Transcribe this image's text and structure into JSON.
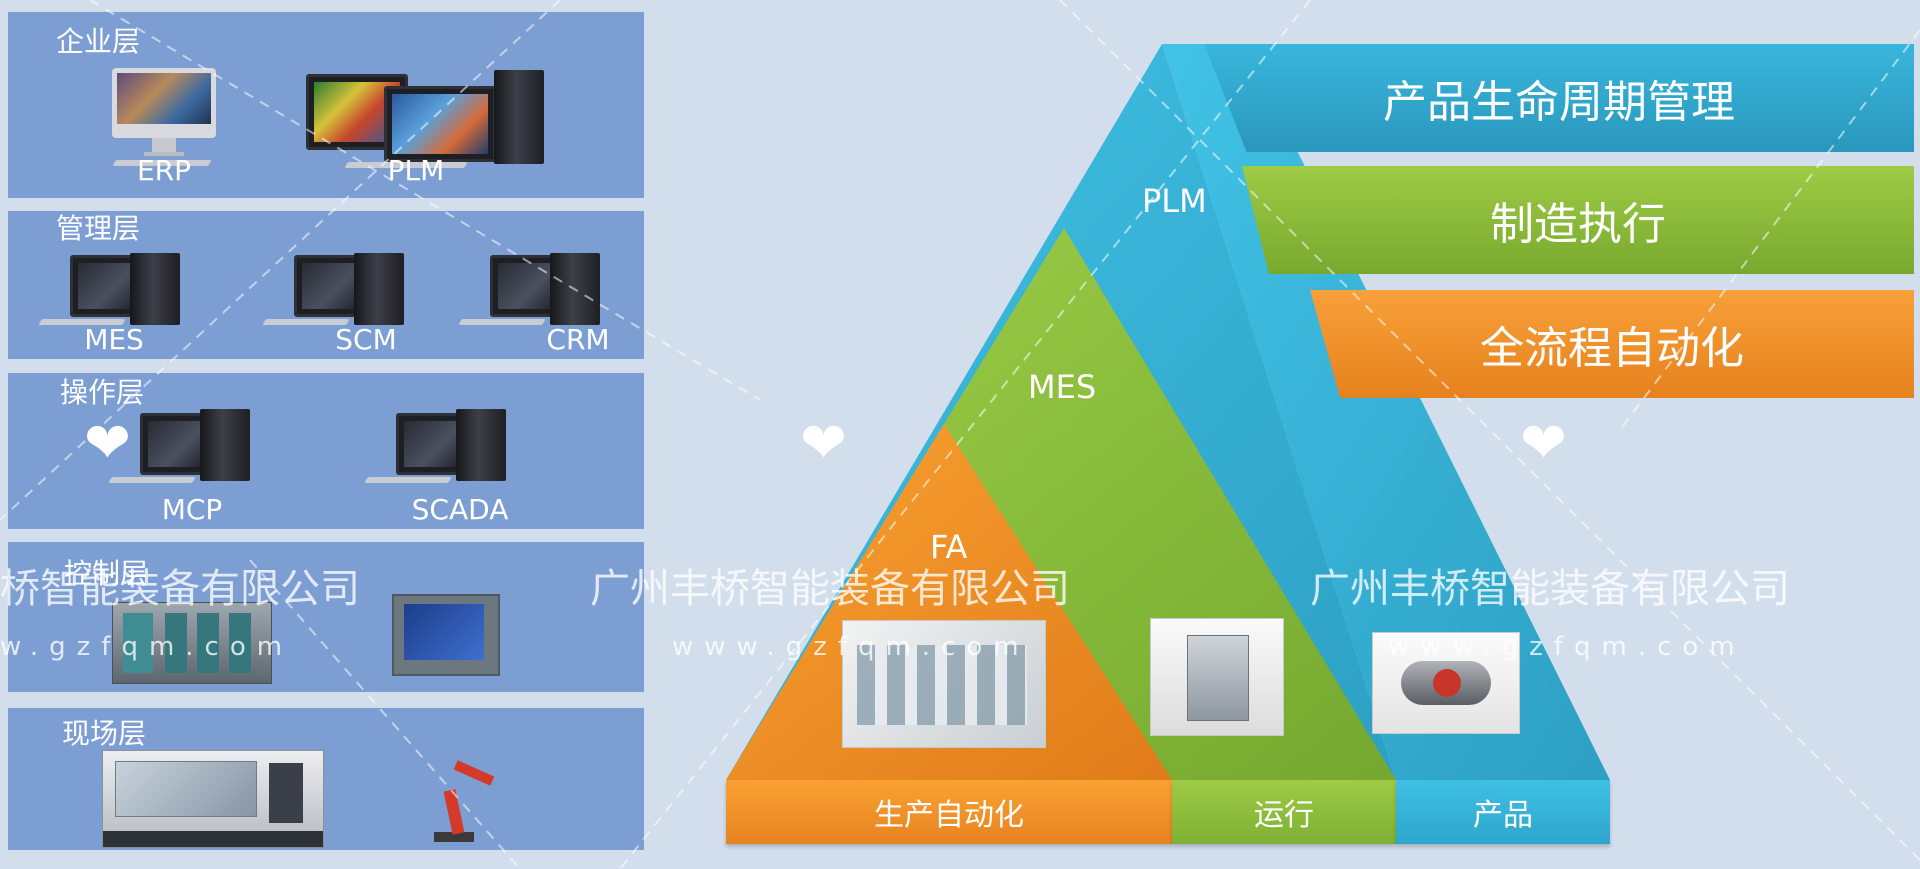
{
  "layers": [
    {
      "title": "企业层",
      "devices": [
        "ERP",
        "PLM"
      ]
    },
    {
      "title": "管理层",
      "devices": [
        "MES",
        "SCM",
        "CRM"
      ]
    },
    {
      "title": "操作层",
      "devices": [
        "MCP",
        "SCADA"
      ]
    },
    {
      "title": "控制层",
      "devices": []
    },
    {
      "title": "现场层",
      "devices": []
    }
  ],
  "pyramid": {
    "right_bars": [
      "产品生命周期管理",
      "制造执行",
      "全流程自动化"
    ],
    "labels": {
      "plm": "PLM",
      "mes": "MES",
      "fa": "FA"
    },
    "base": [
      "生产自动化",
      "运行",
      "产品"
    ]
  },
  "watermark": {
    "company": "广州丰桥智能装备有限公司",
    "company_partial": "桥智能装备有限公司",
    "url": "www.gzfqm.com",
    "url_partial": "w.gzfqm.com"
  },
  "colors": {
    "blue": "#37b4d8",
    "green": "#8cc23f",
    "orange": "#f39024",
    "panel": "#7d9ed2",
    "background": "#d3deed"
  }
}
